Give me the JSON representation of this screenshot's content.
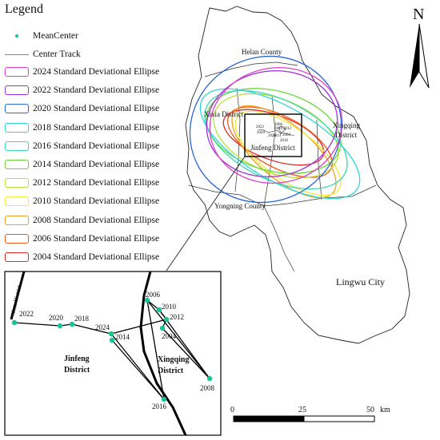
{
  "legend": {
    "title": "Legend",
    "mean_center_label": "MeanCenter",
    "center_track_label": "Center Track",
    "ellipses": [
      {
        "year": "2024",
        "label": "2024 Standard Deviational Ellipse",
        "color": "#e040c8"
      },
      {
        "year": "2022",
        "label": "2022 Standard Deviational Ellipse",
        "color": "#9b30d8"
      },
      {
        "year": "2020",
        "label": "2020 Standard Deviational Ellipse",
        "color": "#2a66d8"
      },
      {
        "year": "2018",
        "label": "2018 Standard Deviational Ellipse",
        "color": "#30d6d6"
      },
      {
        "year": "2016",
        "label": "2016 Standard Deviational Ellipse",
        "color": "#39d8b0"
      },
      {
        "year": "2014",
        "label": "2014 Standard Deviational Ellipse",
        "color": "#66d63a"
      },
      {
        "year": "2012",
        "label": "2012 Standard Deviational Ellipse",
        "color": "#b8e23a"
      },
      {
        "year": "2010",
        "label": "2010 Standard Deviational Ellipse",
        "color": "#ecec3a"
      },
      {
        "year": "2008",
        "label": "2008 Standard Deviational Ellipse",
        "color": "#f0a020"
      },
      {
        "year": "2006",
        "label": "2006 Standard Deviational Ellipse",
        "color": "#ee5a1e"
      },
      {
        "year": "2004",
        "label": "2004 Standard Deviational Ellipse",
        "color": "#e02828"
      }
    ]
  },
  "north_arrow": {
    "letter": "N"
  },
  "districts": {
    "helan": "Helan County",
    "xixia": "Xixia District",
    "jinfeng": "Jinfeng District",
    "xingqing_line1": "Xingqing",
    "xingqing_line2": "District",
    "yongning": "Yongning County",
    "lingwu": "Lingwu City"
  },
  "main_map_year_labels": [
    "2022",
    "2020",
    "2024",
    "2014",
    "2012",
    "2004",
    "2006",
    "2010",
    "2016"
  ],
  "inset": {
    "xixia_label": "Xixia District",
    "jinfeng_line1": "Jinfeng",
    "jinfeng_line2": "District",
    "xingqing_line1": "Xingqing",
    "xingqing_line2": "District",
    "mean_centers": [
      {
        "year": "2022"
      },
      {
        "year": "2020"
      },
      {
        "year": "2018"
      },
      {
        "year": "2024"
      },
      {
        "year": "2014"
      },
      {
        "year": "2016"
      },
      {
        "year": "2006"
      },
      {
        "year": "2010"
      },
      {
        "year": "2012"
      },
      {
        "year": "2004"
      },
      {
        "year": "2008"
      }
    ],
    "center_color": "#19c39a"
  },
  "scale_bar": {
    "ticks": [
      "0",
      "25",
      "50"
    ],
    "unit": "km"
  }
}
